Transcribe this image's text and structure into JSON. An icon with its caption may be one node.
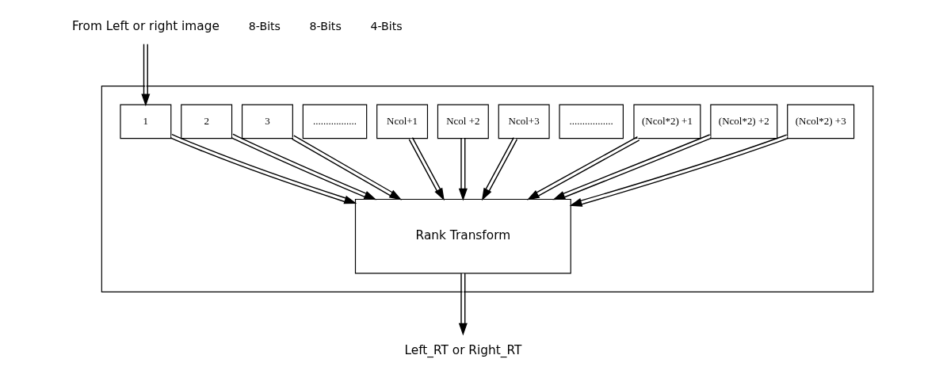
{
  "diagram": {
    "nodes": [
      {
        "text": [],
        "shape": "box"
      },
      {
        "text": [
          "From Left or right image"
        ]
      },
      {
        "text": [
          "1"
        ],
        "in": 0
      },
      {
        "text": [
          "2"
        ],
        "in": 0
      },
      {
        "text": [
          "3"
        ],
        "in": 0
      },
      {
        "text": [
          "................."
        ],
        "in": 0
      },
      {
        "text": [
          "Ncol+1"
        ],
        "in": 0
      },
      {
        "text": [
          "Ncol +2"
        ],
        "in": 0
      },
      {
        "text": [
          "Ncol+3"
        ],
        "in": 0
      },
      {
        "text": [
          "................."
        ],
        "in": 0
      },
      {
        "text": [
          "(Ncol*2) +1"
        ],
        "in": 0
      },
      {
        "text": [
          "(Ncol*2) +2"
        ],
        "in": 0
      },
      {
        "text": [
          "(Ncol*2) +3"
        ],
        "in": 0
      },
      {
        "text": [
          "Rank Transform"
        ],
        "in": 0
      },
      {
        "text": [
          "Left_RT or Right_RT"
        ]
      }
    ],
    "edges": [
      {
        "from": 1,
        "to": 2,
        "arrow": "to"
      },
      {
        "from": 2,
        "to": 13,
        "arrow": "to"
      },
      {
        "from": 3,
        "to": 13,
        "arrow": "to"
      },
      {
        "from": 4,
        "to": 13,
        "arrow": "to"
      },
      {
        "from": 6,
        "to": 13,
        "arrow": "to"
      },
      {
        "from": 7,
        "to": 13,
        "arrow": "to"
      },
      {
        "from": 8,
        "to": 13,
        "arrow": "to"
      },
      {
        "from": 10,
        "to": 13,
        "arrow": "to"
      },
      {
        "from": 11,
        "to": 13,
        "arrow": "to"
      },
      {
        "from": 12,
        "to": 13,
        "arrow": "to"
      },
      {
        "from": 13,
        "to": 14,
        "arrow": "to"
      }
    ],
    "labels": [
      "8-Bits",
      "8-Bits",
      "4-Bits"
    ]
  }
}
